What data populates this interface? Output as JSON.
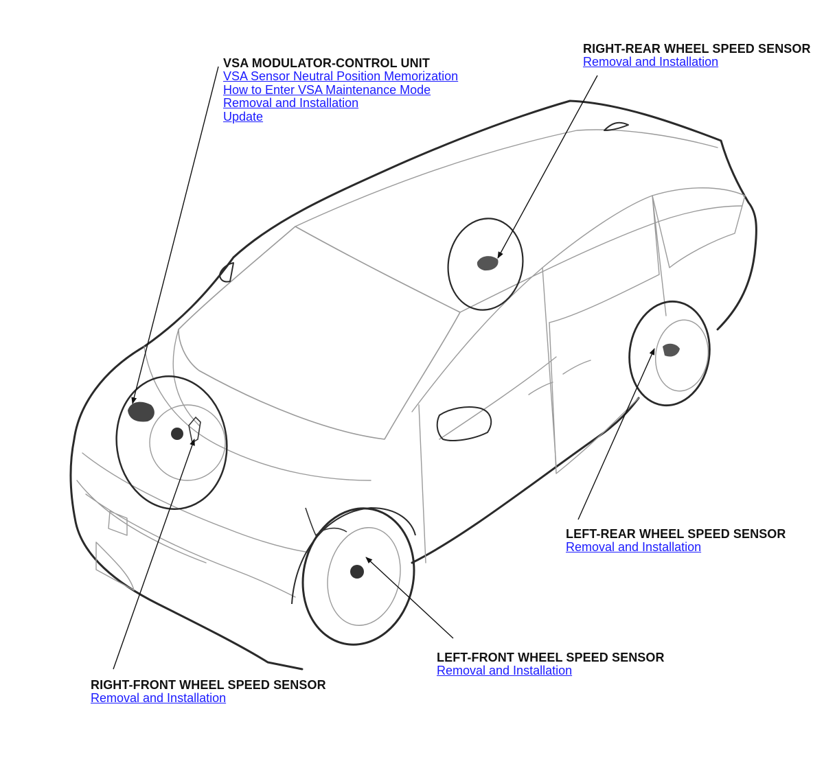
{
  "callouts": {
    "vsa": {
      "title": "VSA MODULATOR-CONTROL UNIT",
      "links": [
        "VSA Sensor Neutral Position Memorization",
        "How to Enter VSA Maintenance Mode",
        "Removal and Installation",
        "Update"
      ]
    },
    "right_rear": {
      "title": "RIGHT-REAR WHEEL SPEED SENSOR",
      "links": [
        "Removal and Installation"
      ]
    },
    "left_rear": {
      "title": "LEFT-REAR WHEEL SPEED SENSOR",
      "links": [
        "Removal and Installation"
      ]
    },
    "left_front": {
      "title": "LEFT-FRONT WHEEL SPEED SENSOR",
      "links": [
        "Removal and Installation"
      ]
    },
    "right_front": {
      "title": "RIGHT-FRONT WHEEL SPEED SENSOR",
      "links": [
        "Removal and Installation"
      ]
    }
  },
  "colors": {
    "link": "#1a1aff",
    "outline": "#2a2a2a",
    "detail": "#9a9a9a"
  }
}
